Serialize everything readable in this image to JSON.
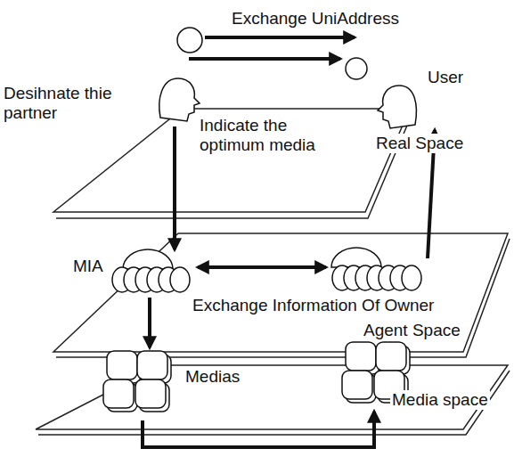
{
  "diagram": {
    "labels": [
      "Exchange UniAddress",
      "User",
      "Desihnate thie partner",
      "Indicate the optimum media",
      "Real Space",
      "MIA",
      "Exchange Information Of Owner",
      "Agent Space",
      "Medias",
      "Media space"
    ]
  }
}
